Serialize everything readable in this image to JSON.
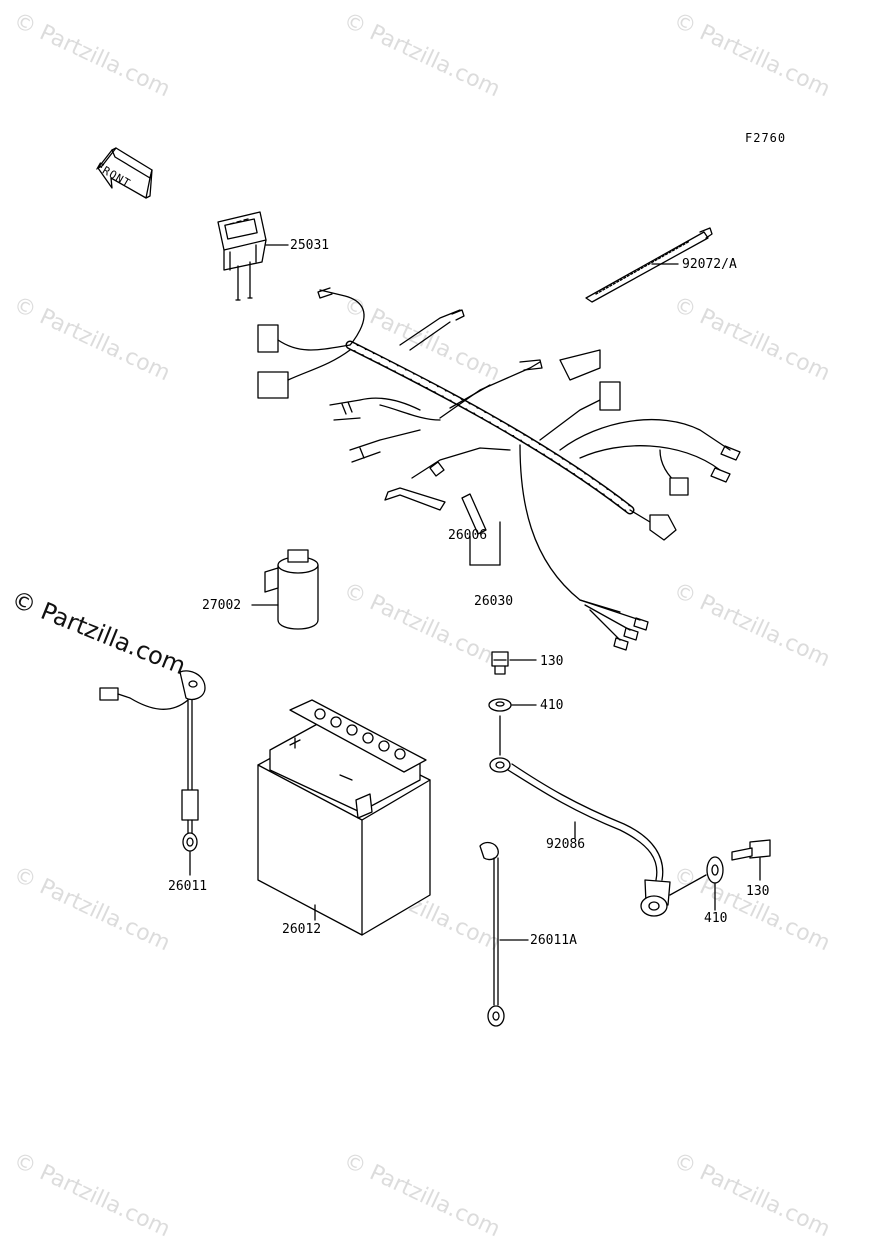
{
  "figure_code": "F2760",
  "front_label": "FRONT",
  "watermark": "© Partzilla.com",
  "watermark_prominent": "© Partzilla.com",
  "parts": {
    "p25031": "25031",
    "p92072A": "92072/A",
    "p26006": "26006",
    "p26030": "26030",
    "p27002": "27002",
    "p130a": "130",
    "p410a": "410",
    "p92086": "92086",
    "p26011": "26011",
    "p26012": "26012",
    "p26011A": "26011A",
    "p410b": "410",
    "p130b": "130"
  }
}
